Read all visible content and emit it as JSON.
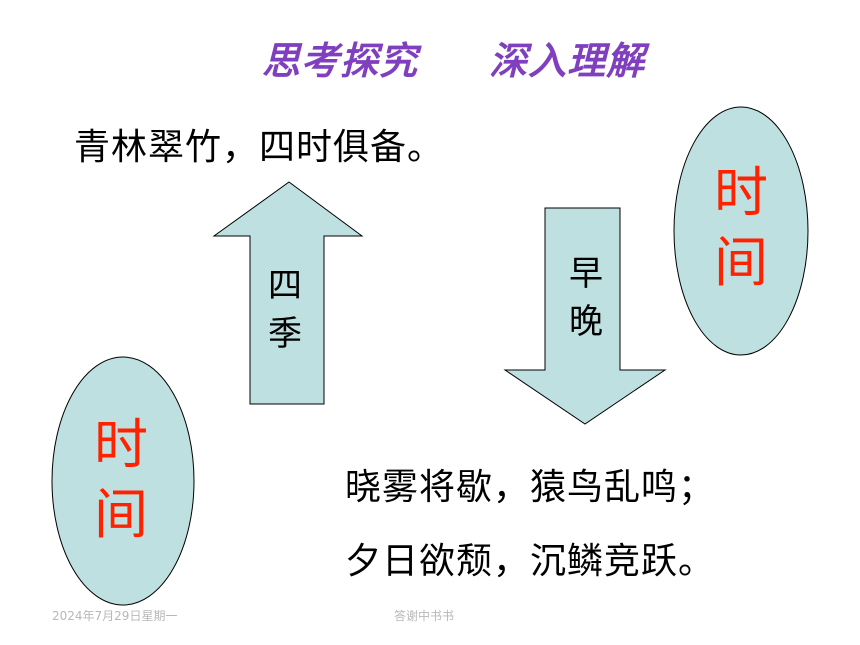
{
  "title": "思考探究     深入理解",
  "verses": {
    "top": "青林翠竹，四时俱备。",
    "bottom_line1": "晓雾将歇，猿鸟乱鸣；",
    "bottom_line2": "夕日欲颓，沉鳞竞跃。"
  },
  "arrow_up": {
    "line1": "四",
    "line2": "季"
  },
  "arrow_down": {
    "line1": "早",
    "line2": "晚"
  },
  "ellipse_right": {
    "line1": "时",
    "line2": "间"
  },
  "ellipse_left": {
    "line1": "时",
    "line2": "间"
  },
  "footer": {
    "date": "2024年7月29日星期一",
    "center": "答谢中书书"
  },
  "colors": {
    "title": "#7f3fbf",
    "shape_fill": "#bfe0e0",
    "shape_stroke": "#000000",
    "ellipse_text": "#ff2200",
    "footer_text": "#b8b8b8"
  }
}
